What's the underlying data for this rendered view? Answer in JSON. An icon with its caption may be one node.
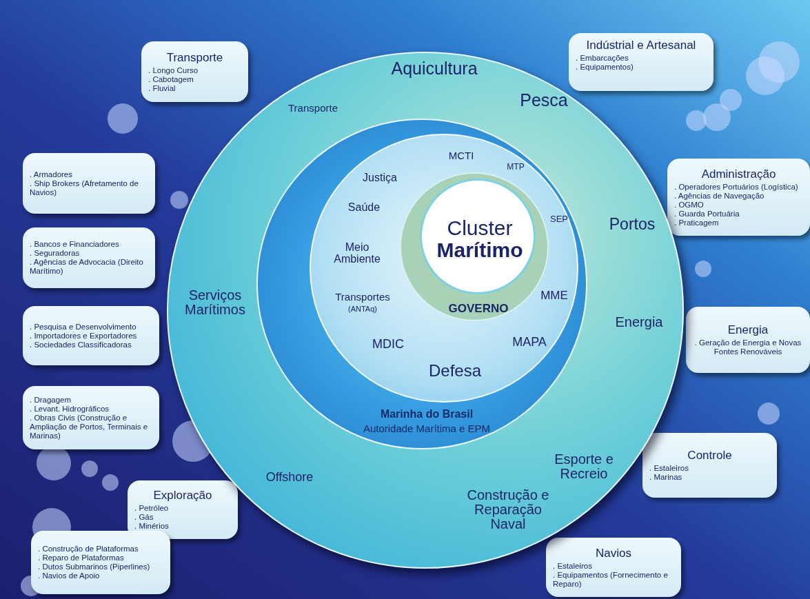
{
  "diagram": {
    "nodes": [
      {
        "text": [
          "Transporte",
          ". Longo Curso",
          ". Cabotagem",
          ". Fluvial"
        ]
      },
      {
        "text": [
          "Indústrial e Artesanal",
          ". Embarcações",
          ". Equipamentos)"
        ]
      },
      {
        "text": [
          ". Armadores",
          ". Ship Brokers (Afretamento de Navios)"
        ]
      },
      {
        "text": [
          "Administração",
          ". Operadores Portuários (Logística)",
          ". Agências de Navegação",
          ". OGMO",
          ". Guarda Portuária",
          ". Praticagem"
        ]
      },
      {
        "text": [
          ". Bancos e Financiadores",
          ". Seguradoras",
          ". Agências de Advocacia (Direito Marítimo)"
        ]
      },
      {
        "text": [
          ". Pesquisa e Desenvolvimento",
          ". Importadores e Exportadores",
          ". Sociedades Classificadoras"
        ]
      },
      {
        "text": [
          "Energia",
          ". Geração de Energia e Novas Fontes Renováveis"
        ]
      },
      {
        "text": [
          ". Dragagem",
          ". Levant. Hidrográficos",
          ". Obras Civis (Construção e Ampliação de Portos, Terminais e Marinas)"
        ]
      },
      {
        "text": [
          "Controle",
          ". Estaleiros",
          ". Marinas"
        ]
      },
      {
        "text": [
          "Exploração",
          ". Petróleo",
          ". Gás",
          ". Minérios"
        ]
      },
      {
        "text": [
          ". Construção de Plataformas",
          ". Reparo de Plataformas",
          ". Dutos Submarinos (Piperlines)",
          ". Navios de Apoio"
        ]
      },
      {
        "text": [
          "Navios",
          ". Estaleiros",
          ". Equipamentos (Fornecimento e Reparo)"
        ]
      },
      {
        "text": [
          "Aquicultura",
          "Pesca",
          "Transporte",
          "Portos",
          "Serviços Marítimos",
          "Energia",
          "Offshore",
          "Esporte e Recreio",
          "Construção e Reparação Naval"
        ]
      },
      {
        "text": [
          "Marinha do Brasil",
          "Autoridade Marítima e EPM"
        ],
        "in": 12
      },
      {
        "text": [
          "MCTI",
          "MTP",
          "Justiça",
          "Saúde",
          "SEP",
          "Meio Ambiente",
          "Transportes",
          "(ANTAq)",
          "MME",
          "MDIC",
          "MAPA",
          "Defesa"
        ],
        "in": 13
      },
      {
        "text": [
          "GOVERNO"
        ],
        "in": 14
      },
      {
        "text": [
          "Cluster **Marítimo**"
        ],
        "in": 15
      }
    ]
  }
}
